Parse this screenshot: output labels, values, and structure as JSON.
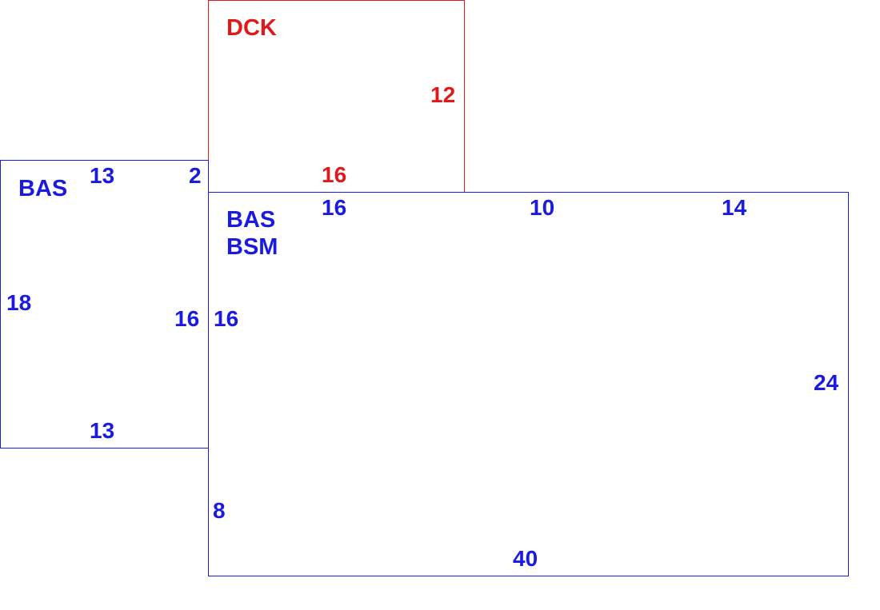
{
  "colors": {
    "main": "#1a1ae0",
    "deck": "#e01a1a",
    "background": "#ffffff"
  },
  "areas": {
    "deck": {
      "name": "DCK",
      "dims": {
        "right": "12",
        "bottom": "16"
      }
    },
    "left_wing": {
      "name": "BAS",
      "dims": {
        "top": "13",
        "top_right": "2",
        "left": "18",
        "right": "16",
        "bottom": "13"
      }
    },
    "main": {
      "name_line1": "BAS",
      "name_line2": "BSM",
      "dims": {
        "top_seg1": "16",
        "top_seg2": "10",
        "top_seg3": "14",
        "left_upper": "16",
        "left_lower": "8",
        "right": "24",
        "bottom": "40"
      }
    }
  }
}
